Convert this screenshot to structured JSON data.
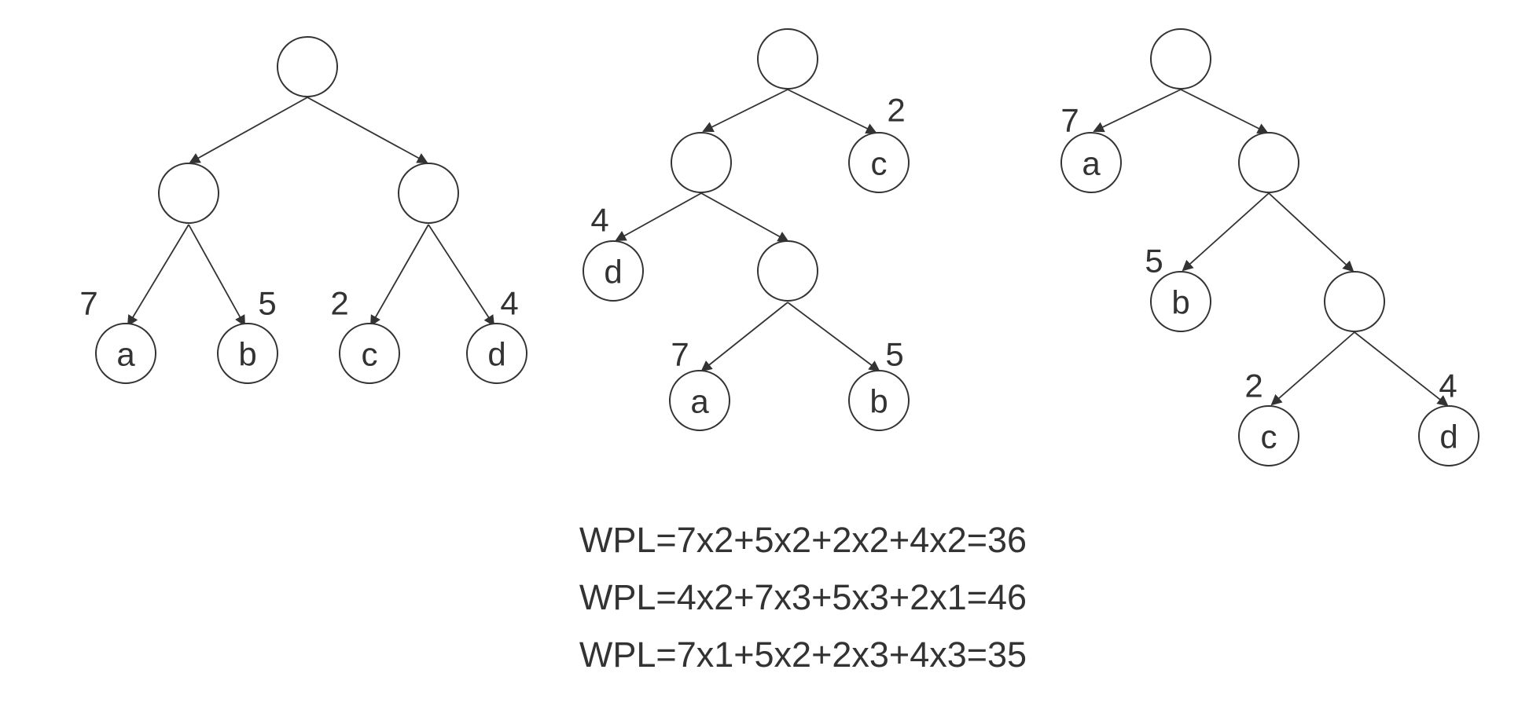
{
  "trees": [
    {
      "leaves": [
        {
          "label": "a",
          "weight": "7"
        },
        {
          "label": "b",
          "weight": "5"
        },
        {
          "label": "c",
          "weight": "2"
        },
        {
          "label": "d",
          "weight": "4"
        }
      ]
    },
    {
      "leaves": [
        {
          "label": "c",
          "weight": "2"
        },
        {
          "label": "d",
          "weight": "4"
        },
        {
          "label": "a",
          "weight": "7"
        },
        {
          "label": "b",
          "weight": "5"
        }
      ]
    },
    {
      "leaves": [
        {
          "label": "a",
          "weight": "7"
        },
        {
          "label": "b",
          "weight": "5"
        },
        {
          "label": "c",
          "weight": "2"
        },
        {
          "label": "d",
          "weight": "4"
        }
      ]
    }
  ],
  "formulas": [
    "WPL=7x2+5x2+2x2+4x2=36",
    "WPL=4x2+7x3+5x3+2x1=46",
    "WPL=7x1+5x2+2x3+4x3=35"
  ],
  "colors": {
    "stroke": "#333333",
    "background": "#ffffff"
  }
}
